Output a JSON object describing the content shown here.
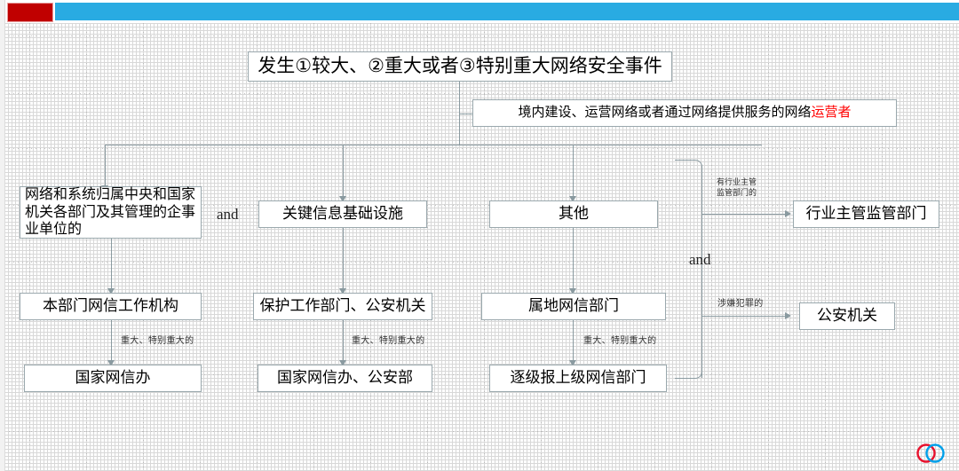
{
  "topbar": {
    "red_block_color": "#c00000",
    "blue_bar_color": "#29abe2"
  },
  "diagram": {
    "title_box": "发生①较大、②重大或者③特别重大网络安全事件",
    "operator_box_prefix": "境内建设、运营网络或者通过网络提供服务的网络",
    "operator_box_highlight": "运营者",
    "operator_highlight_color": "#ff0000",
    "branch_left": "网络和系统归属中央和国家机关各部门及其管理的企事业单位的",
    "branch_middle": "关键信息基础设施",
    "branch_right": "其他",
    "and_label_left": "and",
    "and_label_right": "and",
    "left_mid": "本部门网信工作机构",
    "middle_mid": "保护工作部门、公安机关",
    "right_mid": "属地网信部门",
    "left_bottom": "国家网信办",
    "middle_bottom": "国家网信办、公安部",
    "right_bottom": "逐级报上级网信部门",
    "edge_label_left": "重大、特别重大的",
    "edge_label_middle": "重大、特别重大的",
    "edge_label_right": "重大、特别重大的",
    "side_label_top": "有行业主管\n监管部门的",
    "side_label_top_l1": "有行业主管",
    "side_label_top_l2": "监管部门的",
    "side_label_bottom": "涉嫌犯罪的",
    "side_box_top": "行业主管监管部门",
    "side_box_bottom": "公安机关"
  },
  "logo": {
    "name": "two-circles-logo",
    "left_circle_color": "#e8112d",
    "right_circle_color": "#00a0e9"
  }
}
